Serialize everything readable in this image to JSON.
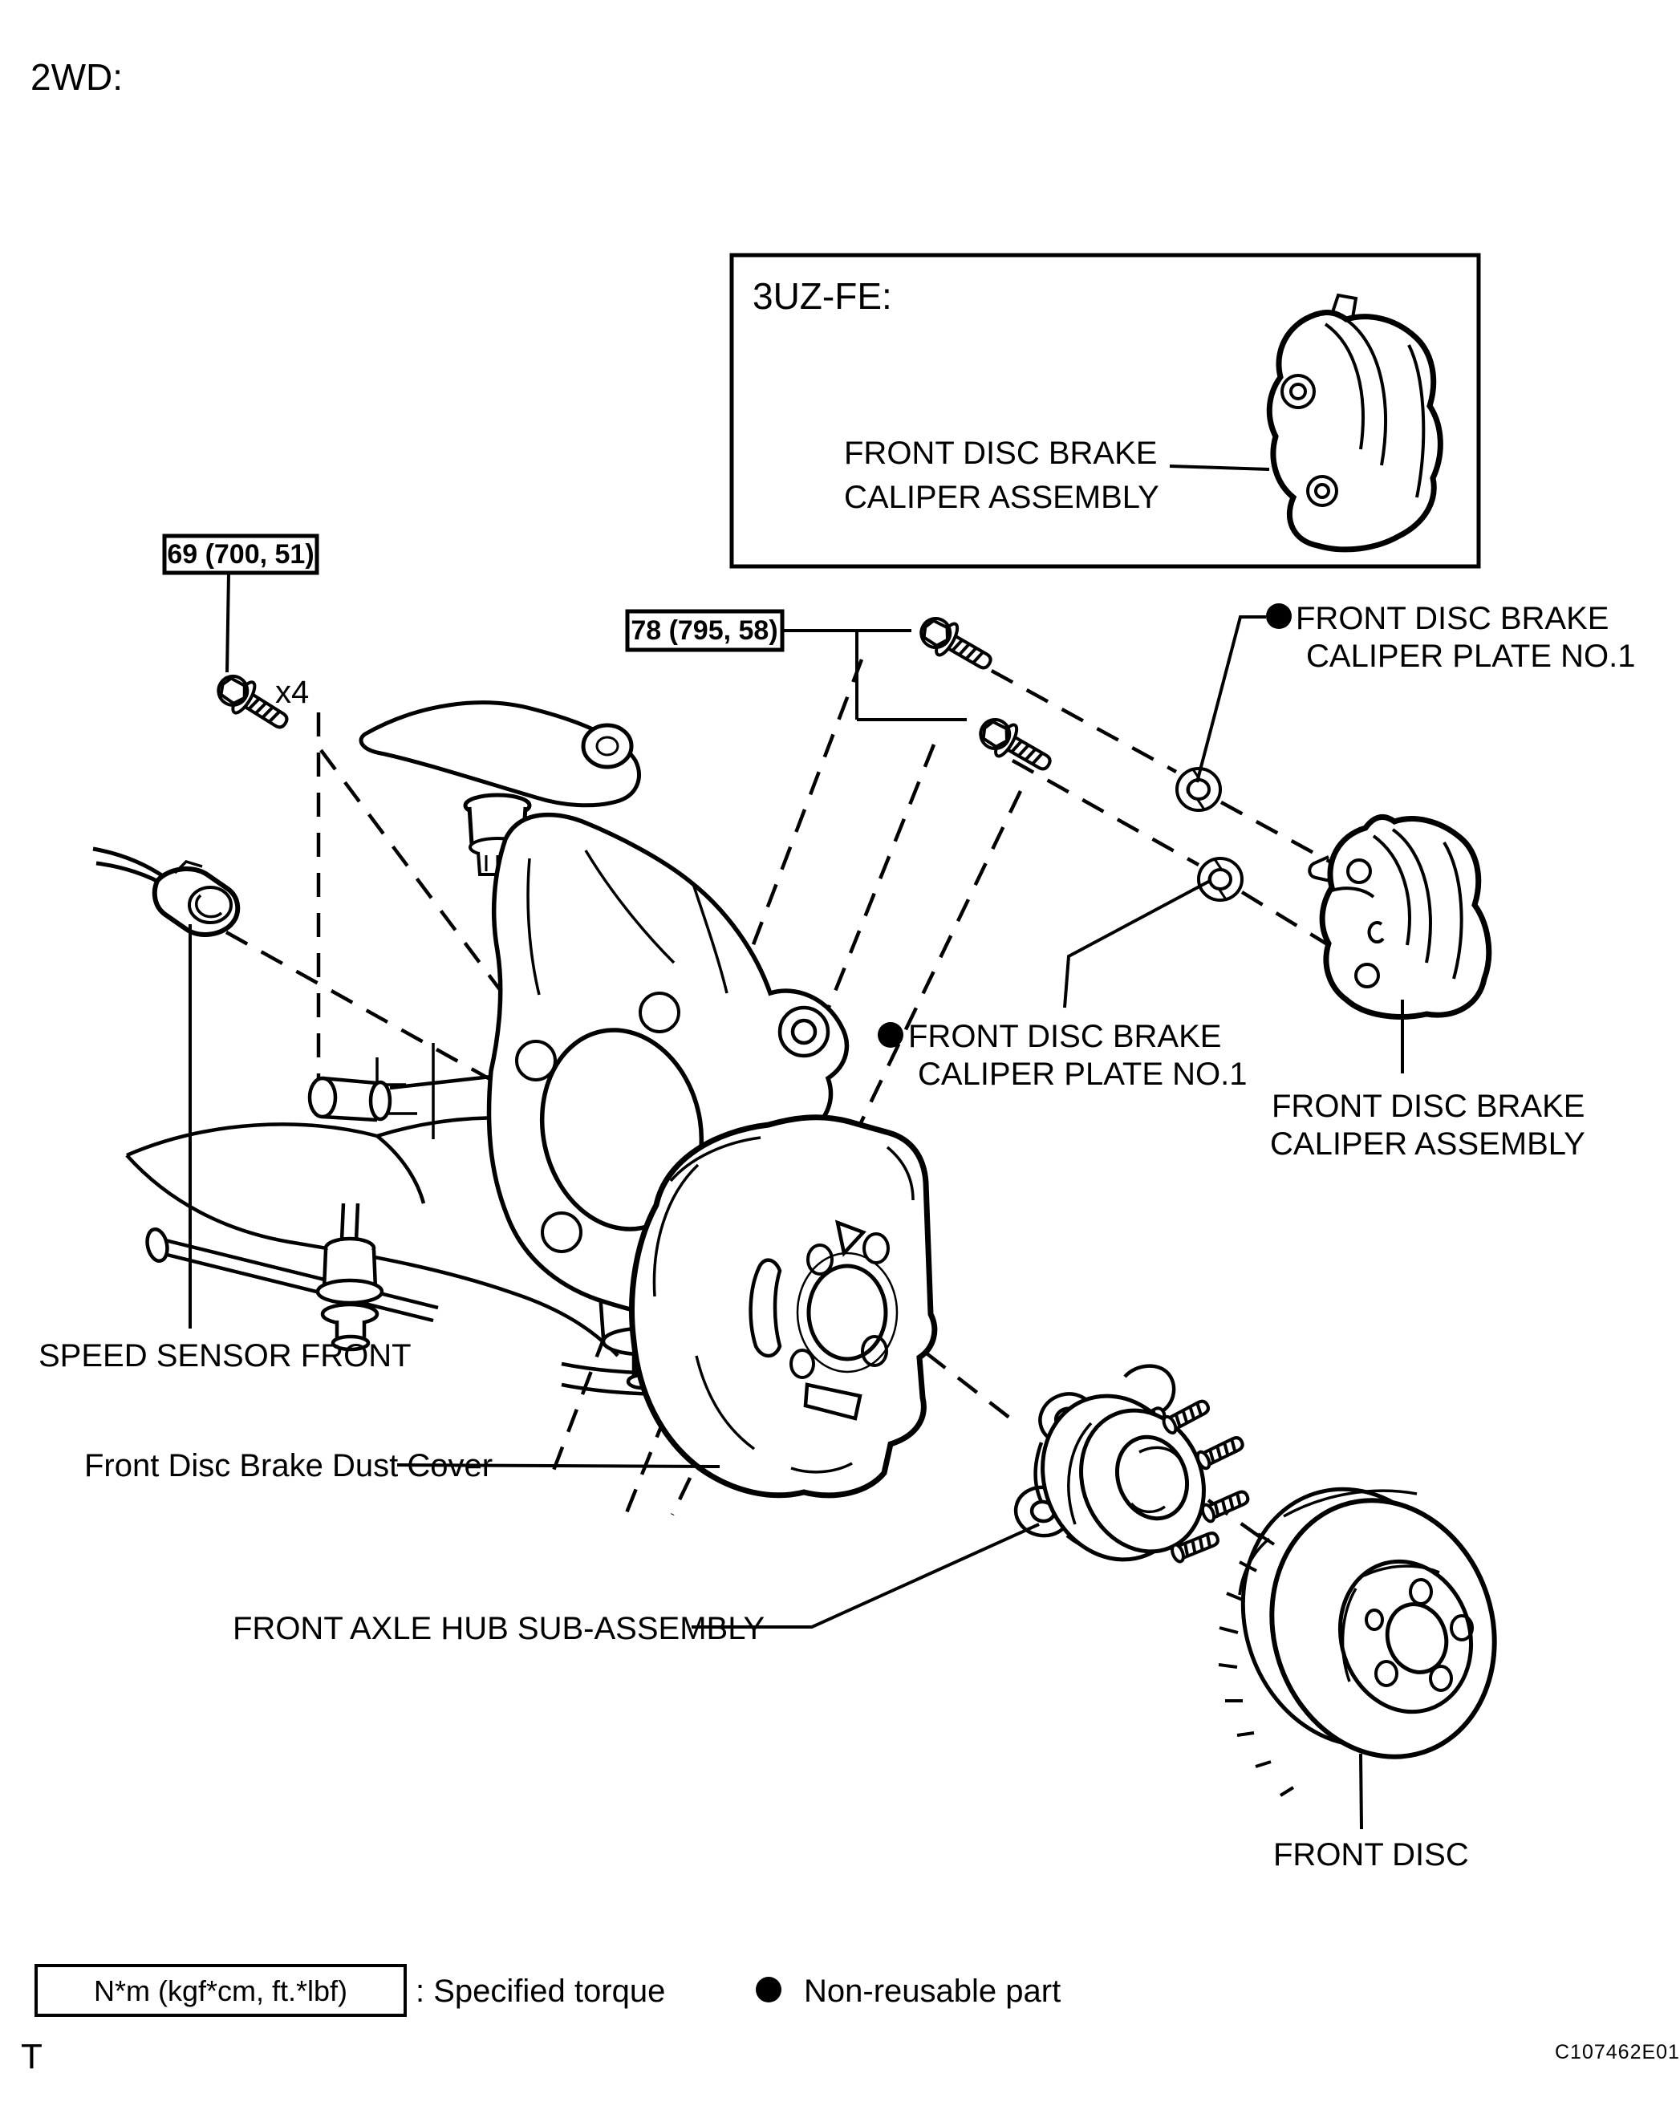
{
  "page": {
    "variant_label": "2WD:",
    "footer_left": "T",
    "figure_code": "C107462E01"
  },
  "colors": {
    "line": "#000000",
    "background": "#ffffff"
  },
  "inset": {
    "title": "3UZ-FE:",
    "label_line1": "FRONT DISC BRAKE",
    "label_line2": "CALIPER ASSEMBLY"
  },
  "torque": {
    "knuckle_bolts_spec": "69 (700, 51)",
    "knuckle_bolts_count": "x4",
    "caliper_bolts_spec": "78 (795, 58)"
  },
  "labels": {
    "plate_top": {
      "line1": "FRONT DISC BRAKE",
      "line2": "CALIPER PLATE NO.1"
    },
    "plate_mid": {
      "line1": "FRONT DISC BRAKE",
      "line2": "CALIPER PLATE NO.1"
    },
    "caliper": {
      "line1": "FRONT DISC BRAKE",
      "line2": "CALIPER ASSEMBLY"
    },
    "speed_sensor": "SPEED SENSOR FRONT",
    "dust_cover": "Front Disc Brake Dust Cover",
    "axle_hub": "FRONT AXLE HUB SUB-ASSEMBLY",
    "front_disc": "FRONT DISC"
  },
  "legend": {
    "torque_box": "N*m (kgf*cm, ft.*lbf)",
    "torque_desc": ": Specified torque",
    "nonreusable_desc": "Non-reusable part"
  }
}
